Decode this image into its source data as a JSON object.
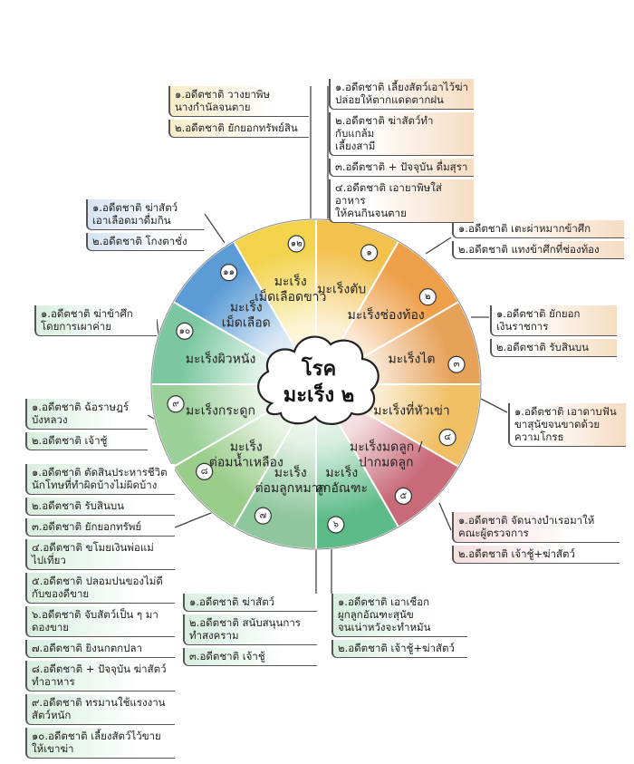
{
  "title": {
    "line1": "โรค",
    "line2": "มะเร็ง ๒"
  },
  "segments": [
    {
      "num": "๑",
      "label": [
        "มะเร็งตับ"
      ],
      "color": "#f3c24e"
    },
    {
      "num": "๒",
      "label": [
        "มะเร็งช่องท้อง"
      ],
      "color": "#ee9f49"
    },
    {
      "num": "๓",
      "label": [
        "มะเร็งไต"
      ],
      "color": "#e7a259"
    },
    {
      "num": "๔",
      "label": [
        "มะเร็งที่หัวเข่า"
      ],
      "color": "#f0bf63"
    },
    {
      "num": "๕",
      "label": [
        "มะเร็งมดลูก /",
        "ปากมดลูก"
      ],
      "color": "#c96a78"
    },
    {
      "num": "๖",
      "label": [
        "มะเร็ง",
        "ลูกอัณฑะ"
      ],
      "color": "#5dbb87"
    },
    {
      "num": "๗",
      "label": [
        "มะเร็ง",
        "ต่อมลูกหมาก"
      ],
      "color": "#8fc79d"
    },
    {
      "num": "๘",
      "label": [
        "มะเร็ง",
        "ต่อมน้ำเหลือง"
      ],
      "color": "#9acc8a"
    },
    {
      "num": "๙",
      "label": [
        "มะเร็งกระดูก"
      ],
      "color": "#9bd09a"
    },
    {
      "num": "๑๐",
      "label": [
        "มะเร็งผิวหนัง"
      ],
      "color": "#7ac7a1"
    },
    {
      "num": "๑๑",
      "label": [
        "มะเร็ง",
        "เม็ดเลือด"
      ],
      "color": "#5c9cd6"
    },
    {
      "num": "๑๒",
      "label": [
        "มะเร็ง",
        "เม็ดเลือดขาว"
      ],
      "color": "#f3d34c"
    }
  ],
  "notes": {
    "n1": [
      "๑.อดีตชาติ เตะผ่าหมากข้าศึก",
      "๒.อดีตชาติ แทงข้าศึกที่ช่องท้อง"
    ],
    "n2": [
      "๑.อดีตชาติ ยักยอก\nเงินราชการ",
      "๒.อดีตชาติ รับสินบน"
    ],
    "n3": [
      "๑.อดีตชาติ เอาดาบฟัน\nขาสุนัขจนขาดด้วย\nความโกรธ"
    ],
    "n4": [
      "๑.อดีตชาติ จัดนางบำเรอมาให้\nคณะผู้ตรวจการ",
      "๒.อดีตชาติ เจ้าชู้+ฆ่าสัตว์"
    ],
    "n5": [
      "๑.อดีตชาติ เอาเชือก\nผูกลูกอัณฑะสุนัข\nจนเน่าหวังจะทำหมัน",
      "๒.อดีตชาติ เจ้าชู้+ฆ่าสัตว์"
    ],
    "n6": [
      "๑.อดีตชาติ ฆ่าสัตว์",
      "๒.อดีตชาติ สนับสนุนการ\nทำสงคราม",
      "๓.อดีตชาติ เจ้าชู้"
    ],
    "n7": [
      "๑.อดีตชาติ ตัดสินประหารชีวิต\nนักโทษที่ทำผิดบ้างไม่ผิดบ้าง",
      "๒.อดีตชาติ รับสินบน",
      "๓.อดีตชาติ ยักยอกทรัพย์",
      "๔.อดีตชาติ ขโมยเงินพ่อแม่\nไปเที่ยว",
      "๕.อดีตชาติ ปลอมปนของไม่ดี\nกับของดีขาย",
      "๖.อดีตชาติ จับสัตว์เป็น ๆ มา\nดองขาย",
      "๗.อดีตชาติ ยิงนกตกปลา",
      "๘.อดีตชาติ + ปัจจุบัน ฆ่าสัตว์\nทำอาหาร",
      "๙.อดีตชาติ ทรมานใช้แรงงาน\nสัตว์หนัก",
      "๑๐.อดีตชาติ เลี้ยงสัตว์ไว้ขาย\nให้เขาฆ่า"
    ],
    "n8": [
      "๑.อดีตชาติ ฉ้อราษฎร์\nบังหลวง",
      "๒.อดีตชาติ เจ้าชู้"
    ],
    "n9": [
      "๑.อดีตชาติ ฆ่าข้าศึก\nโดยการเผาค่าย"
    ],
    "n10": [
      "๑.อดีตชาติ ฆ่าสัตว์\nเอาเลือดมาดื่มกิน",
      "๒.อดีตชาติ โกงตาชั่ง"
    ],
    "n11": [
      "๑.อดีตชาติ วางยาพิษ\nนางกำนัลจนตาย",
      "๒.อดีตชาติ ยักยอกทรัพย์สิน"
    ],
    "n12": [
      "๑.อดีตชาติ เลี้ยงสัตว์เอาไว้ฆ่า\nปล่อยให้ตากแดดตากฝน",
      "๒.อดีตชาติ ฆ่าสัตว์ทำกับแกล้ม\nเลี้ยงสามี",
      "๓.อดีตชาติ + ปัจจุบัน ดื่มสุรา",
      "๔.อดีตชาติ เอายาพิษใส่อาหาร\nให้คนกินจนตาย"
    ]
  }
}
